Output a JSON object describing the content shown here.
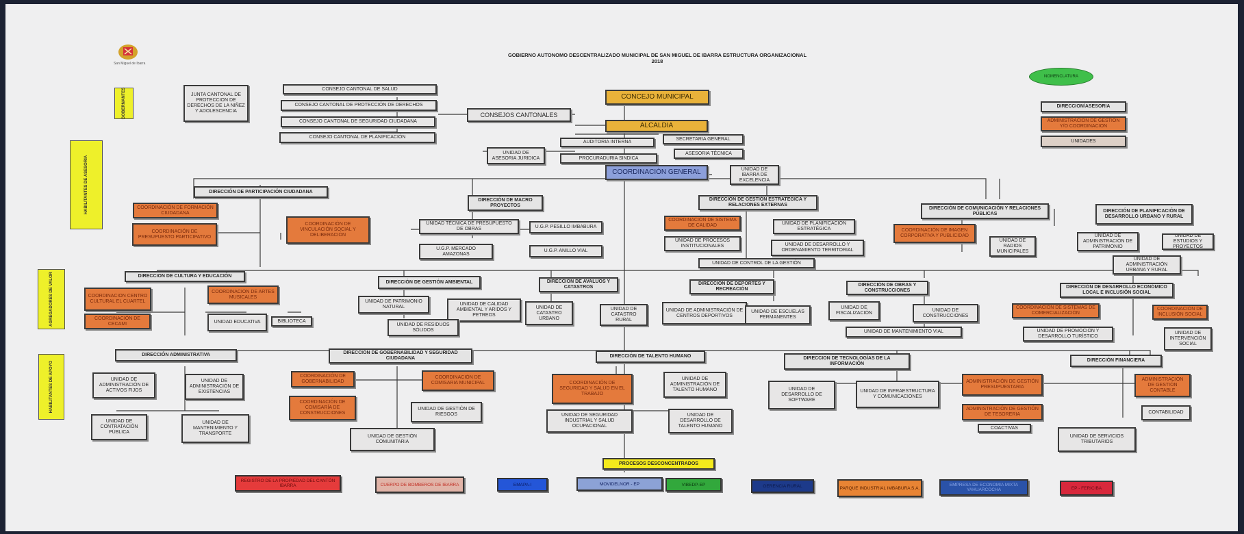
{
  "header": {
    "title_line1": "GOBIERNO AUTONOMO DESCENTRALIZADO MUNICIPAL DE SAN MIGUEL DE IBARRA ESTRUCTURA ORGANIZACIONAL",
    "title_line2": "2018",
    "logo_text": "San Miguel de Ibarra"
  },
  "legend": {
    "title": "NOMENCLATURA",
    "direccion": "DIRECCION/ASESORIA",
    "administracion": "ADMINISTRACION DE GESTION Y/O COORDINACION",
    "unidades": "UNIDADES"
  },
  "side_labels": {
    "gobernantes": "GOBERNANTES",
    "asesoria": "HABILITANTES DE ASESORIA",
    "valor": "AGREGADORES DE VALOR",
    "apoyo": "HABILITANTES DE APOYO"
  },
  "top": {
    "concejo": "CONCEJO MUNICIPAL",
    "alcaldia": "ALCALDIA",
    "consejos": "CONSEJOS CANTONALES",
    "junta": "JUNTA CANTONAL DE PROTECCION DE DERECHOS DE LA NIÑEZ Y ADOLESCENCIA",
    "c_salud": "CONSEJO CANTONAL DE SALUD",
    "c_proteccion": "CONSEJO CANTONAL DE PROTECCIÓN DE DERECHOS",
    "c_seguridad": "CONSEJO CANTONAL DE SEGURIDAD CIUDADANA",
    "c_planificacion": "CONSEJO CANTONAL DE PLANIFICACIÓN",
    "auditoria": "AUDITORIA INTERNA",
    "secretaria": "SECRETARIA GENERAL",
    "asesoria_tecnica": "ASESORIA TÉCNICA",
    "procuraduria": "PROCURADURIA SINDICA",
    "asesoria_juridica": "UNIDAD DE ASESORIA JURIDICA",
    "coordinacion": "COORDINACIÓN GENERAL",
    "ibarra_excelencia": "UNIDAD DE IBARRA DE EXCELENCIA"
  },
  "asesoria": {
    "participacion": "DIRECCIÓN DE PARTICIPACIÓN CIUDADANA",
    "formacion": "COORDINACIÓN DE FORMACIÓN CIUDADANA",
    "presupuesto_part": "COORDINACIÓN DE PRESUPUESTO PARTICIPATIVO",
    "vinculacion": "COORDINACIÓN DE VINCULACIÓN SOCIAL Y DELIBERACIÓN",
    "macro": "DIRECCIÓN DE MACRO PROYECTOS",
    "unidad_tecnica": "UNIDAD TÉCNICA DE PRESUPUESTO DE OBRAS",
    "ugp_pesillo": "U.G.P. PESILLO IMBABURA",
    "ugp_mercado": "U.G.P. MERCADO AMAZONAS",
    "ugp_anillo": "U.G.P. ANILLO VIAL",
    "estrategica": "DIRECCIÓN DE GESTIÓN ESTRATEGICA Y RELACIONES EXTERNAS",
    "calidad": "COORDINACIÓN DE SISTEMA DE CALIDAD",
    "procesos": "UNIDAD DE PROCESOS INSTITUCIONALES",
    "plan_estrategica": "UNIDAD DE PLANIFICACIÓN ESTRATÉGICA",
    "desarrollo_territorial": "UNIDAD DE DESARROLLO Y ORDENAMIENTO TERRITORIAL",
    "control": "UNIDAD DE CONTROL DE LA GESTIÓN",
    "comunicacion": "DIRECCIÓN DE COMUNICACIÓN Y RELACIONES PÚBLICAS",
    "imagen": "COORDINACIÓN DE IMAGEN CORPORATIVA Y PUBLICIDAD",
    "radios": "UNIDAD DE RADIOS MUNICIPALES",
    "planificacion": "DIRECCIÓN DE PLANIFICACIÓN DE DESARROLLO URBANO Y RURAL",
    "patrimonio_admin": "UNIDAD DE ADMINISTRACIÓN DE PATRIMONIO",
    "estudios": "UNIDAD DE ESTUDIOS Y PROYECTOS",
    "admin_urbana": "UNIDAD DE ADMINISTRACIÓN URBANA Y RURAL"
  },
  "valor": {
    "cultura": "DIRECCION DE CULTURA Y EDUCACIÓN",
    "centro_cultural": "COORDINACION CENTRO CULTURAL EL CUARTEL",
    "artes": "COORDINACION DE ARTES MUSICALES",
    "cecami": "COORDINACIÓN DE CECAMI",
    "educativa": "UNIDAD EDUCATIVA",
    "biblioteca": "BIBLIOTECA",
    "ambiental": "DIRECCIÓN DE GESTIÓN AMBIENTAL",
    "patrimonio_natural": "UNIDAD DE PATRIMONIO NATURAL",
    "calidad_ambiental": "UNIDAD DE CALIDAD AMBIENTAL Y ARIDOS Y PETREOS",
    "residuos": "UNIDAD DE RESIDUOS SÓLIDOS",
    "avaluos": "DIRECCION DE AVALUOS Y CATASTROS",
    "catastro_urbano": "UNIDAD DE CATASTRO URBANO",
    "catastro_rural": "UNIDAD DE CATASTRO RURAL",
    "deportes": "DIRECCIÓN DE DEPORTES Y RECREACIÓN",
    "centros_deportivos": "UNIDAD DE ADMINISTRACIÓN DE CENTROS DEPORTIVOS",
    "escuelas": "UNIDAD DE ESCUELAS PERMANENTES",
    "obras": "DIRECCIÓN DE OBRAS Y CONSTRUCCIONES",
    "fiscalizacion": "UNIDAD DE FISCALIZACIÓN",
    "construcciones": "UNIDAD DE CONSTRUCCIONES",
    "mantenimiento_vial": "UNIDAD DE MANTENIMIENTO VIAL",
    "economico": "DIRECCIÓN DE DESARROLLO ECONÓMICO LOCAL E INCLUSIÓN SOCIAL",
    "comercializacion": "COORDINACIÓN DE SISTEMAS DE COMERCIALIZACIÓN",
    "inclusion": "COORDINACIÓN DE INCLUSIÓN SOCIAL",
    "turistico": "UNIDAD DE PROMOCIÓN Y DESARROLLO TURÍSTICO",
    "intervencion": "UNIDAD DE INTERVENCIÓN SOCIAL"
  },
  "apoyo": {
    "administrativa": "DIRECCIÓN ADMINISTRATIVA",
    "activos": "UNIDAD DE ADMINISTRACIÓN DE ACTIVOS FIJOS",
    "existencias": "UNIDAD DE ADMINISTRACIÓN DE EXISTENCIAS",
    "contratacion": "UNIDAD DE CONTRATACIÓN PÚBLICA",
    "mantenimiento": "UNIDAD DE MANTENIMIENTO Y TRANSPORTE",
    "gobernabilidad": "DIRECCIÓN DE GOBERNABILIDAD Y SEGURIDAD CIUDADANA",
    "coord_gobernabilidad": "COORDINACIÓN DE GOBERNABILIDAD",
    "comisaria": "COORDINACIÓN DE COMISARIA MUNICIPAL",
    "comisaria_construcciones": "COORDINACIÓN DE COMISARÍA DE CONSTRUCCIONES",
    "riesgos": "UNIDAD DE GESTIÓN DE RIESGOS",
    "comunitaria": "UNIDAD DE GESTIÓN COMUNITARIA",
    "talento": "DIRECCIÓN DE TALENTO HUMANO",
    "seguridad_salud": "COORDINACIÓN DE SEGURIDAD Y SALUD EN EL TRABAJO",
    "admin_talento": "UNIDAD DE ADMINISTRACIÓN DE TALENTO HUMANO",
    "seguridad_industrial": "UNIDAD DE SEGURIDAD INDUSTRIAL Y SALUD OCUPACIONAL",
    "desarrollo_talento": "UNIDAD DE DESARROLLO DE TALENTO HUMANO",
    "tecnologias": "DIRECCION DE TECNOLOGÍAS DE LA INFORMACIÓN",
    "software": "UNIDAD DE DESARROLLO DE SOFTWARE",
    "infraestructura": "UNIDAD DE INFRAESTRUCTURA Y COMUNICACIONES",
    "financiera": "DIRECCIÓN FINANCIERA",
    "presupuestaria": "ADMINISTRACIÓN DE GESTIÓN PRESUPUESTARIA",
    "contable": "ADMINISTRACIÓN DE GESTIÓN CONTABLE",
    "tesoreria": "ADMINISTRACIÓN DE GESTIÓN DE TESORERIA",
    "coactivas": "COACTIVAS",
    "contabilidad": "CONTABILIDAD",
    "tributarios": "UNIDAD DE SERVICIOS TRIBUTARIOS"
  },
  "procesos": {
    "title": "PROCESOS DESCONCENTRADOS",
    "items": [
      {
        "label": "REGISTRO DE LA PROPIEDAD DEL CANTÓN IBARRA",
        "bg": "#e53b3b",
        "fg": "#6a0d0d"
      },
      {
        "label": "CUERPO DE BOMBEROS DE IBARRA",
        "bg": "#e1b4a8",
        "fg": "#c02a1f"
      },
      {
        "label": "EMAPA-I",
        "bg": "#2456d8",
        "fg": "#0a1a60"
      },
      {
        "label": "MOVIDELNOR - EP",
        "bg": "#8ca2d6",
        "fg": "#102060"
      },
      {
        "label": "VIBEDP-EP",
        "bg": "#32a83c",
        "fg": "#0a3a10"
      },
      {
        "label": "GERENCIA RURAL",
        "bg": "#1d3a8a",
        "fg": "#0c1a4a"
      },
      {
        "label": "PARQUE INDUSTRIAL IMBABURA S.A.",
        "bg": "#e88434",
        "fg": "#5a2200"
      },
      {
        "label": "EMPRESA DE ECONOMIA MIXTA YAHUARCOCHA",
        "bg": "#2a52a8",
        "fg": "#8aa6e8"
      },
      {
        "label": "EP - FERICIBA",
        "bg": "#d8283c",
        "fg": "#6a0d16"
      }
    ]
  },
  "colors": {
    "gold": "#e9b23a",
    "blue": "#8c9fda",
    "orange": "#e47a3c",
    "yellow": "#f4ea1c",
    "green": "#3fbf4a"
  }
}
